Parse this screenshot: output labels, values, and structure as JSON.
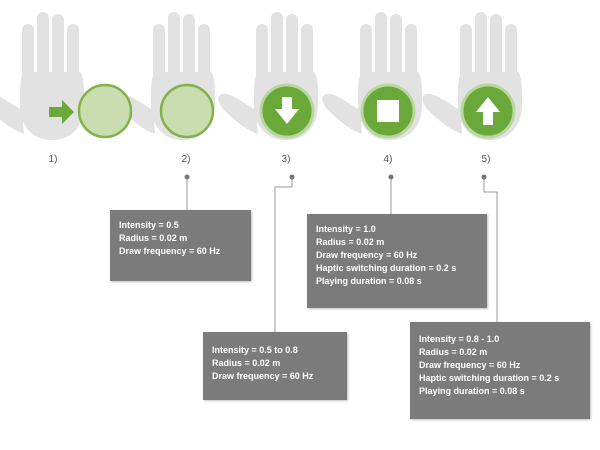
{
  "colors": {
    "hand": "#e2e2e2",
    "circle_fill_light": "#c9ddb0",
    "circle_fill_dark": "#6aa83a",
    "circle_stroke": "#7fb24a",
    "arrow": "#6aa83a",
    "box_bg": "#7b7b7b",
    "connector": "#999999"
  },
  "steps": [
    {
      "label": "1)",
      "icon": "arrow-right-icon"
    },
    {
      "label": "2)",
      "icon": "light-circle-icon"
    },
    {
      "label": "3)",
      "icon": "arrow-down-icon"
    },
    {
      "label": "4)",
      "icon": "stop-square-icon"
    },
    {
      "label": "5)",
      "icon": "arrow-up-icon"
    }
  ],
  "boxes": {
    "step2": [
      "Intensity = 0.5",
      "Radius = 0.02 m",
      "Draw frequency = 60 Hz"
    ],
    "step3": [
      "Intensity = 0.5 to 0.8",
      "Radius = 0.02 m",
      "Draw frequency = 60 Hz"
    ],
    "step4": [
      "Intensity = 1.0",
      "Radius = 0.02 m",
      "Draw frequency = 60 Hz",
      "Haptic switching duration = 0.2 s",
      "Playing duration = 0.08 s"
    ],
    "step5": [
      "Intensity = 0.8 - 1.0",
      "Radius = 0.02 m",
      "Draw frequency = 60 Hz",
      "Haptic switching duration = 0.2 s",
      "Playing duration = 0.08 s"
    ]
  }
}
